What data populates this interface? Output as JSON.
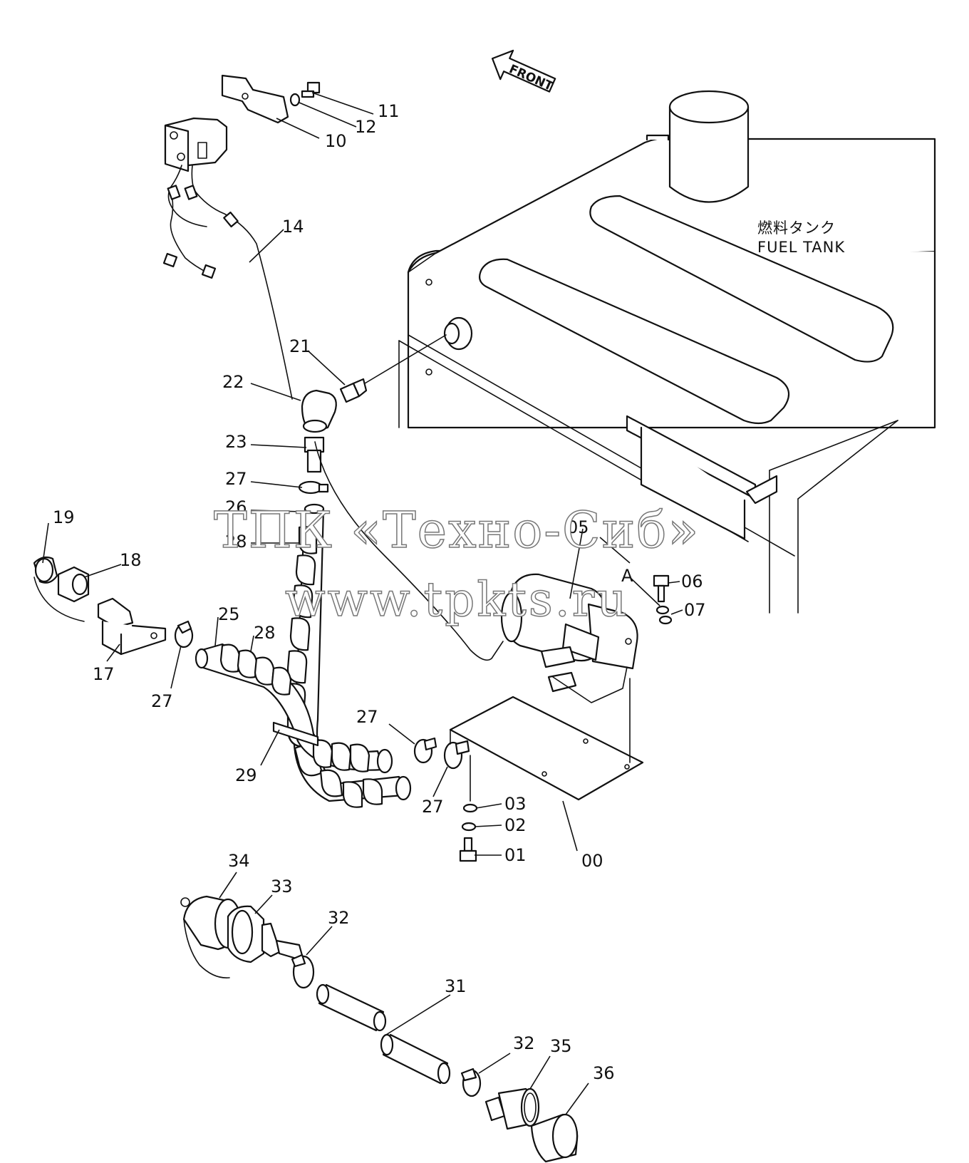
{
  "tank": {
    "label_jp": "燃料タンク",
    "label_en": "FUEL TANK"
  },
  "front_arrow": "FRONT",
  "view_marker": "A",
  "callouts": {
    "c00": "00",
    "c01": "01",
    "c02": "02",
    "c03": "03",
    "c05": "05",
    "c06": "06",
    "c07": "07",
    "c10": "10",
    "c11": "11",
    "c12": "12",
    "c14": "14",
    "c17": "17",
    "c18": "18",
    "c19": "19",
    "c21": "21",
    "c22": "22",
    "c23": "23",
    "c25": "25",
    "c26": "26",
    "c27a": "27",
    "c27b": "27",
    "c27c": "27",
    "c27d": "27",
    "c28a": "28",
    "c28b": "28",
    "c29": "29",
    "c31": "31",
    "c32a": "32",
    "c32b": "32",
    "c33": "33",
    "c34": "34",
    "c35": "35",
    "c36": "36"
  },
  "watermark": {
    "line1": "ТПК «Техно-Сиб»",
    "line2": "www.tpkts.ru"
  }
}
